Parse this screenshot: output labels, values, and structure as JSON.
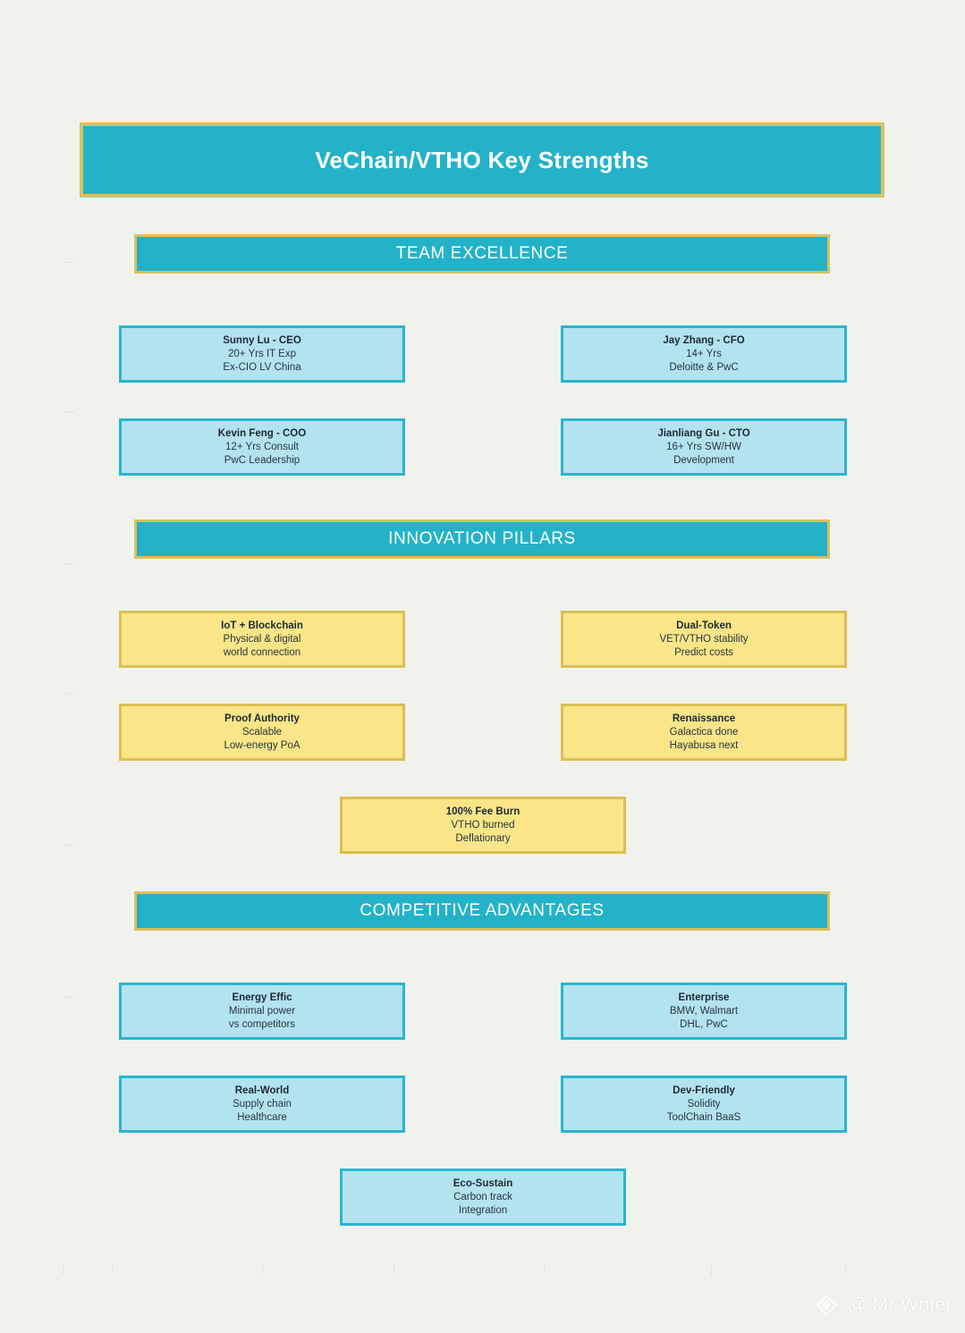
{
  "title": {
    "text": "VeChain/VTHO Key Strengths"
  },
  "colors": {
    "background": "#f2f2ec",
    "banner_fill": "#24b2c8",
    "banner_border": "#d9c163",
    "blue_card_fill": "#b3e3ef",
    "blue_card_border": "#29b6cf",
    "yellow_card_fill": "#fae588",
    "yellow_card_border": "#d9bf56",
    "banner_text": "#ffffff",
    "card_text": "#1b2a33"
  },
  "sections": [
    {
      "header": "TEAM EXCELLENCE",
      "style": "blue",
      "cards": [
        {
          "title": "Sunny Lu - CEO",
          "line1": "20+ Yrs IT Exp",
          "line2": "Ex-CIO LV China"
        },
        {
          "title": "Jay Zhang - CFO",
          "line1": "14+ Yrs",
          "line2": "Deloitte & PwC"
        },
        {
          "title": "Kevin Feng - COO",
          "line1": "12+ Yrs Consult",
          "line2": "PwC Leadership"
        },
        {
          "title": "Jianliang Gu - CTO",
          "line1": "16+ Yrs SW/HW",
          "line2": "Development"
        }
      ]
    },
    {
      "header": "INNOVATION PILLARS",
      "style": "yellow",
      "cards": [
        {
          "title": "IoT + Blockchain",
          "line1": "Physical & digital",
          "line2": "world connection"
        },
        {
          "title": "Dual-Token",
          "line1": "VET/VTHO stability",
          "line2": "Predict costs"
        },
        {
          "title": "Proof Authority",
          "line1": "Scalable",
          "line2": "Low-energy PoA"
        },
        {
          "title": "Renaissance",
          "line1": "Galactica done",
          "line2": "Hayabusa next"
        },
        {
          "title": "100% Fee Burn",
          "line1": "VTHO burned",
          "line2": "Deflationary"
        }
      ]
    },
    {
      "header": "COMPETITIVE ADVANTAGES",
      "style": "blue",
      "cards": [
        {
          "title": "Energy Effic",
          "line1": "Minimal power",
          "line2": "vs competitors"
        },
        {
          "title": "Enterprise",
          "line1": "BMW, Walmart",
          "line2": "DHL, PwC"
        },
        {
          "title": "Real-World",
          "line1": "Supply chain",
          "line2": "Healthcare"
        },
        {
          "title": "Dev-Friendly",
          "line1": "Solidity",
          "line2": "ToolChain BaaS"
        },
        {
          "title": "Eco-Sustain",
          "line1": "Carbon track",
          "line2": "Integration"
        }
      ]
    }
  ],
  "watermark": {
    "handle": "@ Mr Writer",
    "logo_icon": "diamond-logo-icon"
  }
}
